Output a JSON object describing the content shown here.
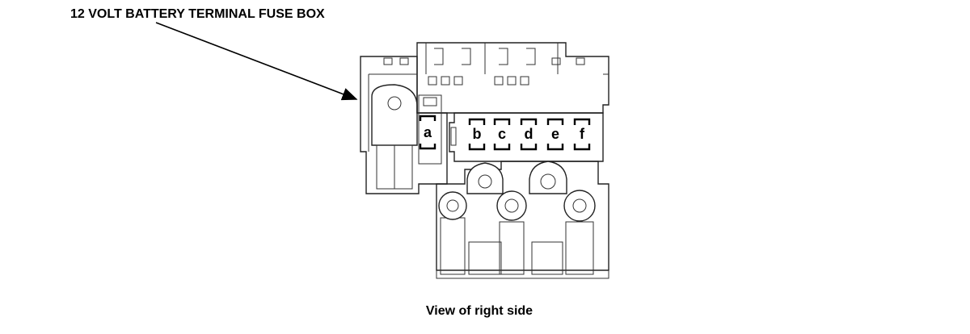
{
  "title": "12 VOLT BATTERY TERMINAL FUSE BOX",
  "caption": "View of right side",
  "fuse_labels": [
    "a",
    "b",
    "c",
    "d",
    "e",
    "f"
  ],
  "colors": {
    "line": "#222222",
    "text": "#000000",
    "background": "#ffffff"
  }
}
